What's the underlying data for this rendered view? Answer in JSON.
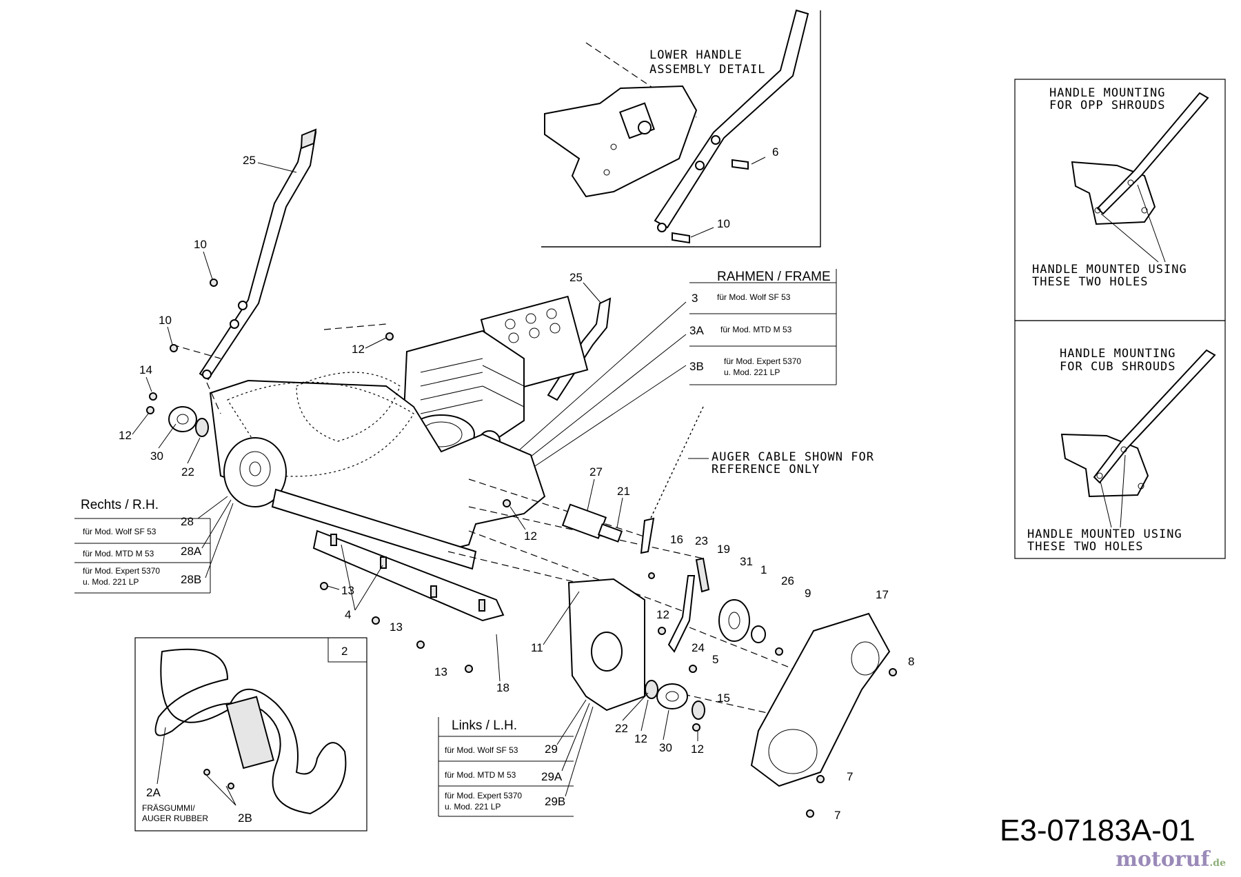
{
  "lower_handle_detail": {
    "line1": "LOWER HANDLE",
    "line2": "ASSEMBLY DETAIL"
  },
  "frame_table": {
    "title": "RAHMEN / FRAME",
    "rows": [
      {
        "part": "3",
        "desc1": "für Mod. Wolf  SF 53",
        "desc2": ""
      },
      {
        "part": "3A",
        "desc1": "für Mod. MTD M 53",
        "desc2": ""
      },
      {
        "part": "3B",
        "desc1": "für Mod. Expert 5370",
        "desc2": "u. Mod. 221 LP"
      }
    ]
  },
  "rh_table": {
    "title": "Rechts / R.H.",
    "rows": [
      {
        "part": "28",
        "desc1": "für Mod. Wolf  SF 53",
        "desc2": ""
      },
      {
        "part": "28A",
        "desc1": "für Mod. MTD M 53",
        "desc2": ""
      },
      {
        "part": "28B",
        "desc1": "für Mod. Expert 5370",
        "desc2": "u. Mod. 221 LP"
      }
    ]
  },
  "lh_table": {
    "title": "Links / L.H.",
    "rows": [
      {
        "part": "29",
        "desc1": "für Mod. Wolf  SF 53",
        "desc2": ""
      },
      {
        "part": "29A",
        "desc1": "für Mod. MTD M 53",
        "desc2": ""
      },
      {
        "part": "29B",
        "desc1": "für Mod. Expert 5370",
        "desc2": "u. Mod. 221 LP"
      }
    ]
  },
  "opp_panel": {
    "title1": "HANDLE MOUNTING",
    "title2": "FOR OPP SHROUDS",
    "note1": "HANDLE MOUNTED USING",
    "note2": "THESE TWO HOLES"
  },
  "cub_panel": {
    "title1": "HANDLE MOUNTING",
    "title2": "FOR CUB SHROUDS",
    "note1": "HANDLE MOUNTED USING",
    "note2": "THESE TWO HOLES"
  },
  "auger_cable_note": {
    "line1": "AUGER CABLE SHOWN FOR",
    "line2": "REFERENCE ONLY"
  },
  "auger_inset": {
    "box_label": "2",
    "rubber_line1": "FRÄSGUMMI/",
    "rubber_line2": "AUGER RUBBER"
  },
  "callouts": {
    "c25a": "25",
    "c25b": "25",
    "c10a": "10",
    "c10b": "10",
    "c10c": "10",
    "c6": "6",
    "c14": "14",
    "c12a": "12",
    "c12b": "12",
    "c12c": "12",
    "c12d": "12",
    "c12e": "12",
    "c12f": "12",
    "c30a": "30",
    "c30b": "30",
    "c22a": "22",
    "c22b": "22",
    "c13a": "13",
    "c13b": "13",
    "c13c": "13",
    "c4": "4",
    "c18": "18",
    "c27": "27",
    "c21": "21",
    "c16": "16",
    "c23": "23",
    "c19": "19",
    "c31": "31",
    "c1": "1",
    "c26": "26",
    "c9": "9",
    "c17": "17",
    "c8": "8",
    "c11": "11",
    "c24": "24",
    "c5": "5",
    "c15": "15",
    "c7a": "7",
    "c7b": "7",
    "c2a": "2A",
    "c2b": "2B"
  },
  "drawing_ref": "E3-07183A-01",
  "logo": {
    "brand": "motoruf",
    "suffix": ".de"
  }
}
